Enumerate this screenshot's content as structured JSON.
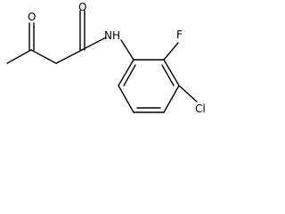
{
  "molecule": {
    "atoms": {
      "o_ketone": "O",
      "o_amide": "O",
      "nh": "NH",
      "f": "F",
      "cl": "Cl"
    }
  }
}
